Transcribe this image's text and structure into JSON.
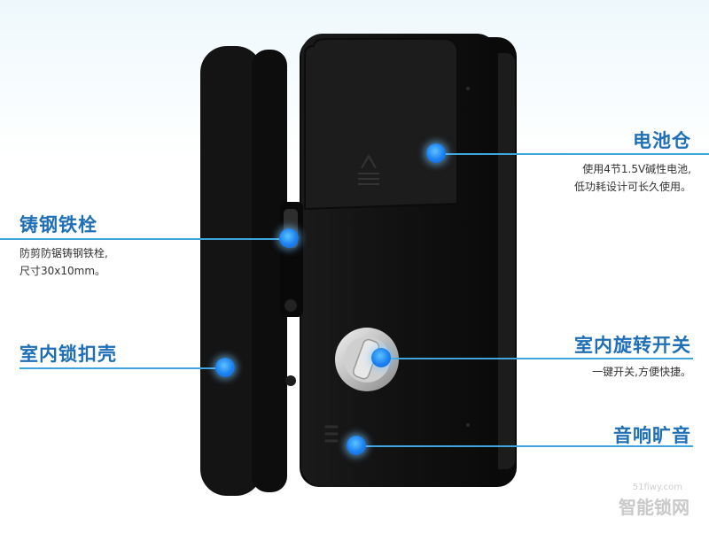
{
  "callouts": {
    "battery": {
      "title": "电池仓",
      "lines": [
        "使用4节1.5V碱性电池,",
        "低功耗设计可长久使用。"
      ]
    },
    "bolt": {
      "title": "铸钢铁栓",
      "lines": [
        "防剪防锯铸钢铁栓,",
        "尺寸30x10mm。"
      ]
    },
    "shell": {
      "title": "室内锁扣壳",
      "lines": []
    },
    "knob": {
      "title": "室内旋转开关",
      "lines": [
        "一键开关,方便快捷。"
      ]
    },
    "speaker": {
      "title": "音响旷音",
      "lines": []
    }
  },
  "watermark": {
    "text": "智能锁网",
    "url": "51fiwy.com"
  },
  "colors": {
    "accent": "#1f6fb6",
    "line": "#3ea6dc",
    "dot": "#1b7ff0",
    "lock_body": "#121212"
  }
}
